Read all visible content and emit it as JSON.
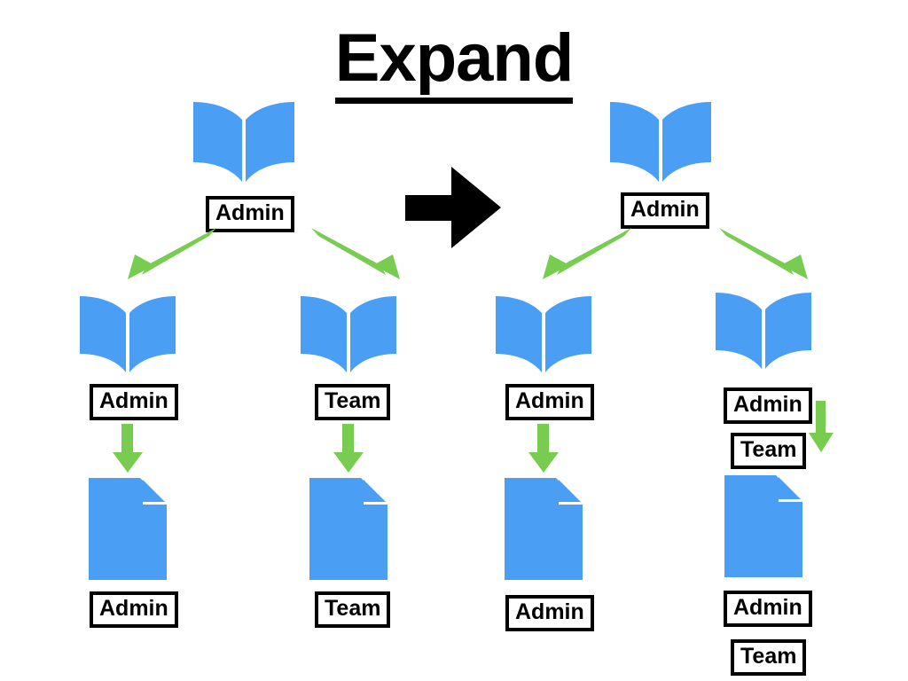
{
  "title": {
    "text": "Expand",
    "underlined": true
  },
  "colors": {
    "icon_blue": "#4a9ff5",
    "arrow_green": "#78cc4f",
    "outline_black": "#000000",
    "background": "#ffffff"
  },
  "transform_arrow": {
    "icon": "right-arrow-icon",
    "color": "#000000"
  },
  "before": {
    "name": "before-tree",
    "root": {
      "icon": "book-icon",
      "labels": [
        "Admin"
      ]
    },
    "branches": [
      {
        "icon": "book-icon",
        "labels": [
          "Admin"
        ],
        "child": {
          "icon": "document-icon",
          "labels": [
            "Admin"
          ]
        }
      },
      {
        "icon": "book-icon",
        "labels": [
          "Team"
        ],
        "child": {
          "icon": "document-icon",
          "labels": [
            "Team"
          ]
        }
      }
    ]
  },
  "after": {
    "name": "after-tree",
    "root": {
      "icon": "book-icon",
      "labels": [
        "Admin"
      ]
    },
    "branches": [
      {
        "icon": "book-icon",
        "labels": [
          "Admin"
        ],
        "child": {
          "icon": "document-icon",
          "labels": [
            "Admin"
          ]
        }
      },
      {
        "icon": "book-icon",
        "labels": [
          "Admin",
          "Team"
        ],
        "child": {
          "icon": "document-icon",
          "labels": [
            "Admin",
            "Team"
          ]
        }
      }
    ]
  },
  "labels": {
    "b_root": "Admin",
    "b1_book": "Admin",
    "b1_doc": "Admin",
    "b2_book": "Team",
    "b2_doc": "Team",
    "a_root": "Admin",
    "a1_book": "Admin",
    "a1_doc": "Admin",
    "a2_book_admin": "Admin",
    "a2_book_team": "Team",
    "a2_doc_admin": "Admin",
    "a2_doc_team": "Team"
  }
}
